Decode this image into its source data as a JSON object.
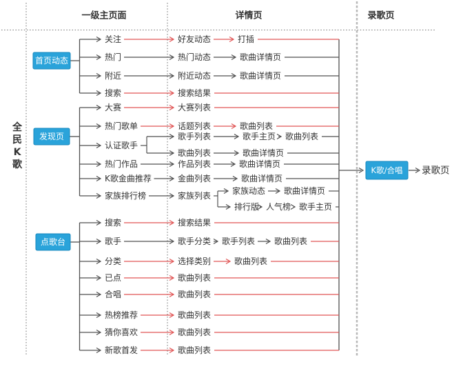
{
  "columns": [
    {
      "label": "一级主页面"
    },
    {
      "label": "详情页"
    },
    {
      "label": "录歌页"
    }
  ],
  "side_label": "全民K歌",
  "colors": {
    "red": "#e05353",
    "dark": "#4f4f4f",
    "text": "#333333",
    "box_fill": "#2aa3da",
    "box_stroke": "#1787bd",
    "box_text": "#ffffff",
    "divider": "#6b6b6b",
    "divider_gray": "#b8b8b8"
  },
  "groups": [
    {
      "box": "首页动态",
      "items": [
        {
          "label": "关注",
          "chain": [
            {
              "label": "好友动态",
              "arrow": "red"
            },
            {
              "label": "打插",
              "arrow": "red"
            }
          ],
          "trail": "red"
        },
        {
          "label": "热门",
          "chain": [
            {
              "label": "热门动态",
              "arrow": "dark"
            },
            {
              "label": "歌曲详情页",
              "arrow": "dark"
            }
          ],
          "trail": "dark"
        },
        {
          "label": "附近",
          "chain": [
            {
              "label": "附近动态",
              "arrow": "dark"
            },
            {
              "label": "歌曲详情页",
              "arrow": "dark"
            }
          ],
          "trail": "dark"
        },
        {
          "label": "搜索",
          "chain": [
            {
              "label": "搜索结果",
              "arrow": "red"
            }
          ],
          "trail": "red"
        }
      ]
    },
    {
      "box": "发现页",
      "items": [
        {
          "label": "大赛",
          "chain": [
            {
              "label": "大赛列表",
              "arrow": "red"
            }
          ],
          "trail": "red"
        },
        {
          "label": "热门歌单",
          "chain": [
            {
              "label": "话题列表",
              "arrow": "red"
            },
            {
              "label": "歌曲列表",
              "arrow": "red"
            }
          ],
          "trail": "red"
        },
        {
          "label": "认证歌手",
          "chain": [],
          "branches": [
            {
              "chain": [
                {
                  "label": "歌手列表",
                  "arrow": "dark"
                },
                {
                  "label": "歌手主页",
                  "arrow": "dark"
                },
                {
                  "label": "歌曲列表",
                  "arrow": "dark"
                }
              ],
              "trail": "dark"
            },
            {
              "chain": [
                {
                  "label": "歌曲列表",
                  "arrow": "dark"
                },
                {
                  "label": "歌曲详情页",
                  "arrow": "dark"
                }
              ],
              "trail": "dark"
            }
          ]
        },
        {
          "label": "热门作品",
          "chain": [
            {
              "label": "作品列表",
              "arrow": "dark"
            },
            {
              "label": "歌曲详情页",
              "arrow": "dark"
            }
          ],
          "trail": "dark"
        },
        {
          "label": "K歌金曲推荐",
          "chain": [
            {
              "label": "金曲列表",
              "arrow": "dark"
            },
            {
              "label": "歌曲详情页",
              "arrow": "dark"
            }
          ],
          "trail": "dark"
        },
        {
          "label": "家族排行榜",
          "chain": [
            {
              "label": "家族列表",
              "arrow": "dark"
            }
          ],
          "branches": [
            {
              "chain": [
                {
                  "label": "家族动态",
                  "arrow": "dark"
                },
                {
                  "label": "歌曲详情页",
                  "arrow": "dark"
                }
              ],
              "trail": "dark"
            },
            {
              "chain": [
                {
                  "label": "排行版",
                  "arrow": "dark"
                },
                {
                  "label": "人气榜",
                  "arrow": "dark"
                },
                {
                  "label": "歌手主页",
                  "arrow": "dark"
                }
              ],
              "trail": "dark"
            }
          ]
        }
      ]
    },
    {
      "box": "点歌台",
      "items": [
        {
          "label": "搜索",
          "chain": [
            {
              "label": "搜索结果",
              "arrow": "red"
            }
          ],
          "trail": "red"
        },
        {
          "label": "歌手",
          "chain": [
            {
              "label": "歌手分类",
              "arrow": "dark"
            },
            {
              "label": "歌手列表",
              "arrow": "dark"
            },
            {
              "label": "歌曲列表",
              "arrow": "dark"
            }
          ],
          "trail": "red"
        },
        {
          "label": "分类",
          "chain": [
            {
              "label": "选择类别",
              "arrow": "red"
            },
            {
              "label": "歌曲列表",
              "arrow": "red"
            }
          ],
          "trail": "red"
        },
        {
          "label": "已点",
          "chain": [
            {
              "label": "歌曲列表",
              "arrow": "red"
            }
          ],
          "trail": "red"
        },
        {
          "label": "合唱",
          "chain": [
            {
              "label": "歌曲列表",
              "arrow": "red"
            }
          ],
          "trail": "red"
        },
        {
          "label": "热榜推荐",
          "chain": [
            {
              "label": "歌曲列表",
              "arrow": "red"
            }
          ],
          "trail": "red"
        },
        {
          "label": "猜你喜欢",
          "chain": [
            {
              "label": "歌曲列表",
              "arrow": "red"
            }
          ],
          "trail": "red"
        },
        {
          "label": "新歌首发",
          "chain": [
            {
              "label": "歌曲列表",
              "arrow": "red"
            }
          ],
          "trail": "red"
        }
      ]
    }
  ],
  "final": {
    "box_label": "K歌/合唱",
    "target_label": "录歌页"
  }
}
